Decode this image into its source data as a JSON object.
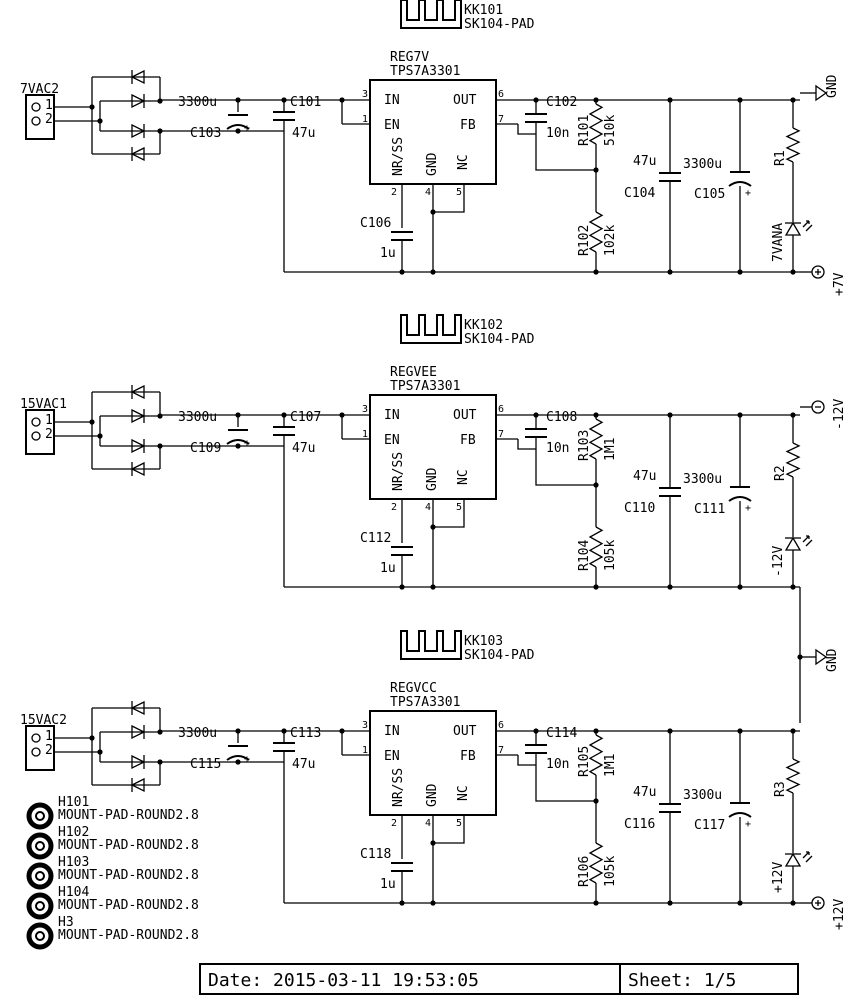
{
  "connectors": [
    {
      "name": "7VAC2",
      "pins": [
        "1",
        "2"
      ]
    },
    {
      "name": "15VAC1",
      "pins": [
        "1",
        "2"
      ]
    },
    {
      "name": "15VAC2",
      "pins": [
        "1",
        "2"
      ]
    }
  ],
  "heatsinks": [
    {
      "ref": "KK101",
      "value": "SK104-PAD"
    },
    {
      "ref": "KK102",
      "value": "SK104-PAD"
    },
    {
      "ref": "KK103",
      "value": "SK104-PAD"
    }
  ],
  "regulators": [
    {
      "ref": "REG7V",
      "value": "TPS7A3301"
    },
    {
      "ref": "REGVEE",
      "value": "TPS7A3301"
    },
    {
      "ref": "REGVCC",
      "value": "TPS7A3301"
    }
  ],
  "reg_pins": {
    "in": "IN",
    "out": "OUT",
    "en": "EN",
    "fb": "FB",
    "nr": "NR/SS",
    "gnd": "GND",
    "nc": "NC",
    "n_in": "3",
    "n_en": "1",
    "n_out": "6",
    "n_fb": "7",
    "n_nr": "2",
    "n_gnd": "4",
    "n_nc": "5"
  },
  "stages": [
    {
      "c_bulk_val": "3300u",
      "c_bulk": "C103",
      "c_in": "C101",
      "c_in_val": "47u",
      "c_ff": "C102",
      "c_ff_val": "10n",
      "r_top": "R101",
      "r_top_val": "510k",
      "r_bot": "R102",
      "r_bot_val": "102k",
      "c_nr": "C106",
      "c_nr_val": "1u",
      "c_out": "C104",
      "c_out_val": "47u",
      "c_out2": "C105",
      "c_out2_val": "3300u",
      "r_led": "R1",
      "led": "7VANA",
      "rail_top": "GND",
      "rail_bot": "+7V"
    },
    {
      "c_bulk_val": "3300u",
      "c_bulk": "C109",
      "c_in": "C107",
      "c_in_val": "47u",
      "c_ff": "C108",
      "c_ff_val": "10n",
      "r_top": "R103",
      "r_top_val": "1M1",
      "r_bot": "R104",
      "r_bot_val": "105k",
      "c_nr": "C112",
      "c_nr_val": "1u",
      "c_out": "C110",
      "c_out_val": "47u",
      "c_out2": "C111",
      "c_out2_val": "3300u",
      "r_led": "R2",
      "led": "-12V",
      "rail_top": "-12V"
    },
    {
      "c_bulk_val": "3300u",
      "c_bulk": "C115",
      "c_in": "C113",
      "c_in_val": "47u",
      "c_ff": "C114",
      "c_ff_val": "10n",
      "r_top": "R105",
      "r_top_val": "1M1",
      "r_bot": "R106",
      "r_bot_val": "105k",
      "c_nr": "C118",
      "c_nr_val": "1u",
      "c_out": "C116",
      "c_out_val": "47u",
      "c_out2": "C117",
      "c_out2_val": "3300u",
      "r_led": "R3",
      "led": "+12V",
      "rail_bot": "+12V"
    }
  ],
  "gnd_mid": "GND",
  "cap_plus": "+",
  "mount_pads": [
    {
      "ref": "H101",
      "value": "MOUNT-PAD-ROUND2.8"
    },
    {
      "ref": "H102",
      "value": "MOUNT-PAD-ROUND2.8"
    },
    {
      "ref": "H103",
      "value": "MOUNT-PAD-ROUND2.8"
    },
    {
      "ref": "H104",
      "value": "MOUNT-PAD-ROUND2.8"
    },
    {
      "ref": "H3",
      "value": "MOUNT-PAD-ROUND2.8"
    }
  ],
  "title_block": {
    "date": "Date: 2015-03-11 19:53:05",
    "sheet": "Sheet: 1/5"
  }
}
